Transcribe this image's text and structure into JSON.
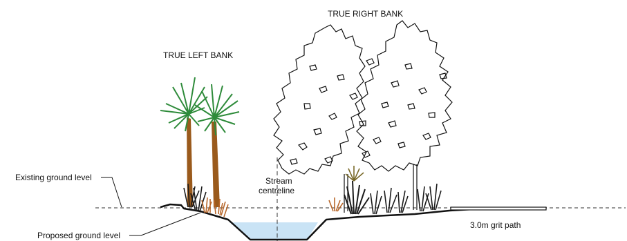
{
  "labels": {
    "left_bank": "TRUE LEFT BANK",
    "right_bank": "TRUE RIGHT BANK",
    "existing_ground": "Existing ground level",
    "proposed_ground": "Proposed ground level",
    "stream_line1": "Stream",
    "stream_line2": "centreline",
    "grit_path": "3.0m grit path"
  },
  "colors": {
    "water": "#c9e3f5",
    "trunk": "#9a5a1c",
    "palm_leaf": "#2e8b3a",
    "shrub_dark": "#1a1a1a",
    "shrub_brown": "#b8672a",
    "shrub_olive": "#7a6a2a",
    "line": "#111111"
  },
  "icons": {
    "tree": "deciduous-tree-outline-icon",
    "palm": "cabbage-tree-icon",
    "grass": "tussock-grass-icon"
  }
}
